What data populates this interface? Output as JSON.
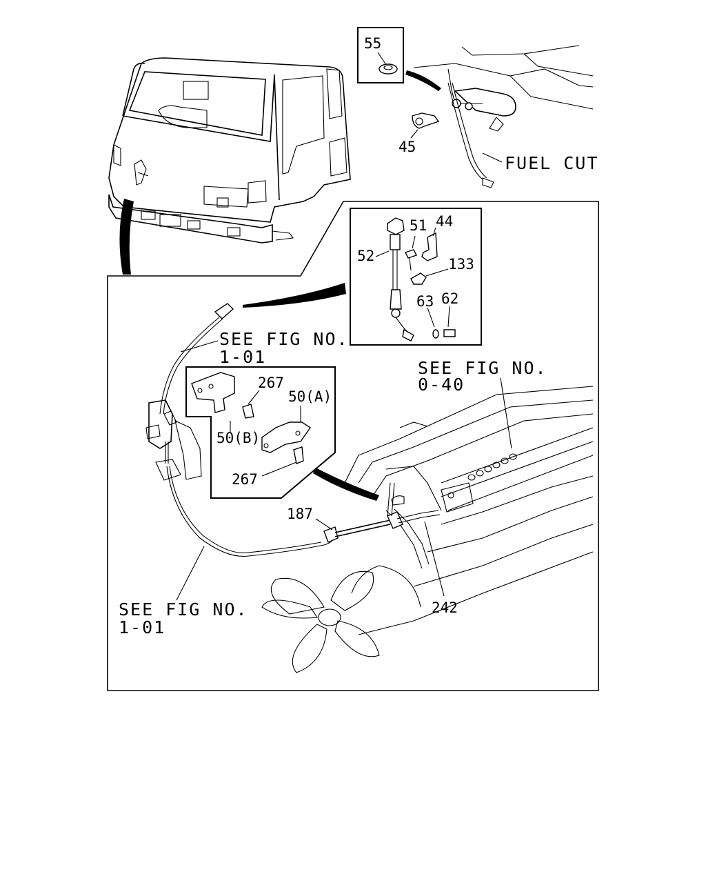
{
  "callouts": {
    "p55": "55",
    "p45": "45",
    "p51": "51",
    "p44": "44",
    "p52": "52",
    "p133": "133",
    "p63": "63",
    "p62": "62",
    "p267a": "267",
    "p50a": "50(A)",
    "p50b": "50(B)",
    "p267b": "267",
    "p187": "187",
    "p242": "242"
  },
  "references": {
    "fuel_cut": "FUEL CUT",
    "see_fig_1": "SEE FIG NO.",
    "see_fig_1_num": "1-01",
    "see_fig_2": "SEE FIG NO.",
    "see_fig_2_num": "0-40",
    "see_fig_3": "SEE FIG NO.",
    "see_fig_3_num": "1-01"
  }
}
